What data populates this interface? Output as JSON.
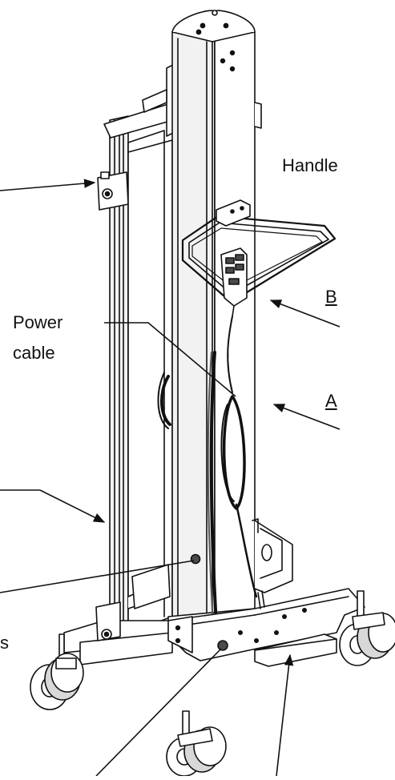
{
  "labels": {
    "handle": "Handle",
    "power_cable_line1": "Power",
    "power_cable_line2": "cable",
    "marker_b": "B",
    "marker_a": "A",
    "cut_off_left": "s"
  },
  "colors": {
    "line": "#111111",
    "fill_light": "#f2f2f2",
    "fill_mid": "#d8d8d8",
    "fill_dark": "#4a4a4a",
    "background": "#ffffff"
  }
}
